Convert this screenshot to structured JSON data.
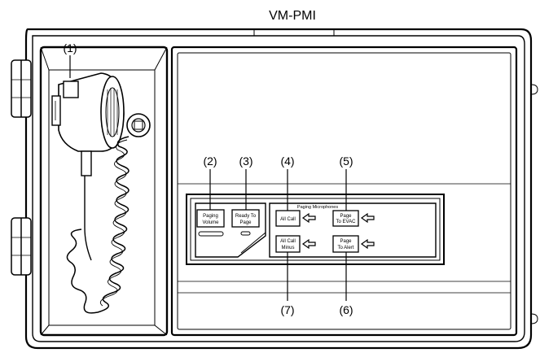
{
  "title": "VM-PMI",
  "callouts": {
    "c1": "(1)",
    "c2": "(2)",
    "c3": "(3)",
    "c4": "(4)",
    "c5": "(5)",
    "c6": "(6)",
    "c7": "(7)"
  },
  "panel": {
    "group_label": "Paging Microphones",
    "buttons": {
      "paging_volume": [
        "Paging",
        "Volume"
      ],
      "ready_to_page": [
        "Ready To",
        "Page"
      ],
      "all_call": [
        "All Call"
      ],
      "page_to_evac": [
        "Page",
        "To EVAC"
      ],
      "all_call_minus": [
        "All Call",
        "Minus"
      ],
      "page_to_alert": [
        "Page",
        "To Alert"
      ]
    }
  }
}
